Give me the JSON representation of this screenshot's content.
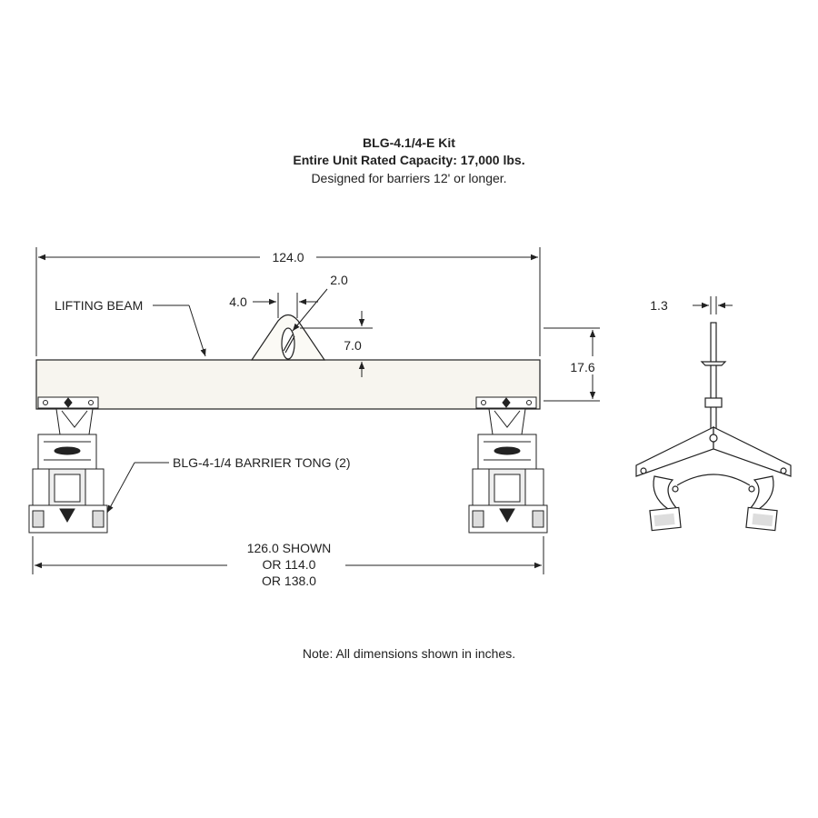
{
  "header": {
    "kit_name": "BLG-4.1/4-E Kit",
    "capacity": "Entire Unit Rated Capacity: 17,000 lbs.",
    "requirement": "Designed for barriers 12' or longer."
  },
  "labels": {
    "lifting_beam": "LIFTING BEAM",
    "barrier_tong": "BLG-4-1/4 BARRIER TONG (2)"
  },
  "dimensions": {
    "beam_length": "124.0",
    "lug_offset": "4.0",
    "lug_hole": "2.0",
    "lug_height": "7.0",
    "beam_height": "17.6",
    "side_thickness": "1.3",
    "spread_line1": "126.0 SHOWN",
    "spread_line2": "OR 114.0",
    "spread_line3": "OR 138.0"
  },
  "note": "Note: All dimensions shown in inches."
}
